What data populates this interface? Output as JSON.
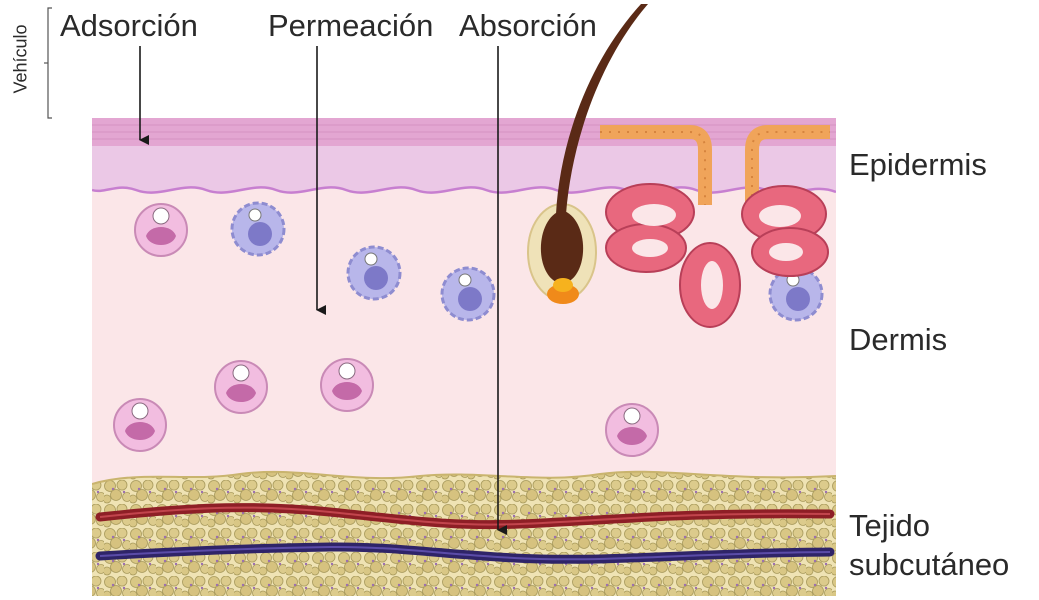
{
  "vehicle_label": "Vehículo",
  "process_labels": {
    "adsorption": "Adsorción",
    "permeation": "Permeación",
    "absorption": "Absorción"
  },
  "layer_labels": {
    "epidermis": "Epidermis",
    "dermis": "Dermis",
    "subcutaneous_line1": "Tejido",
    "subcutaneous_line2": "subcutáneo"
  },
  "colors": {
    "stratum": "#e3a5d1",
    "epidermis": "#ecc9e6",
    "dermis": "#fbe6e8",
    "fat": "#d8c98a",
    "artery": "#8e1f26",
    "vein": "#3a2a7a",
    "gland": "#e5667a",
    "duct": "#f0a45a",
    "hair": "#5a2a16"
  }
}
